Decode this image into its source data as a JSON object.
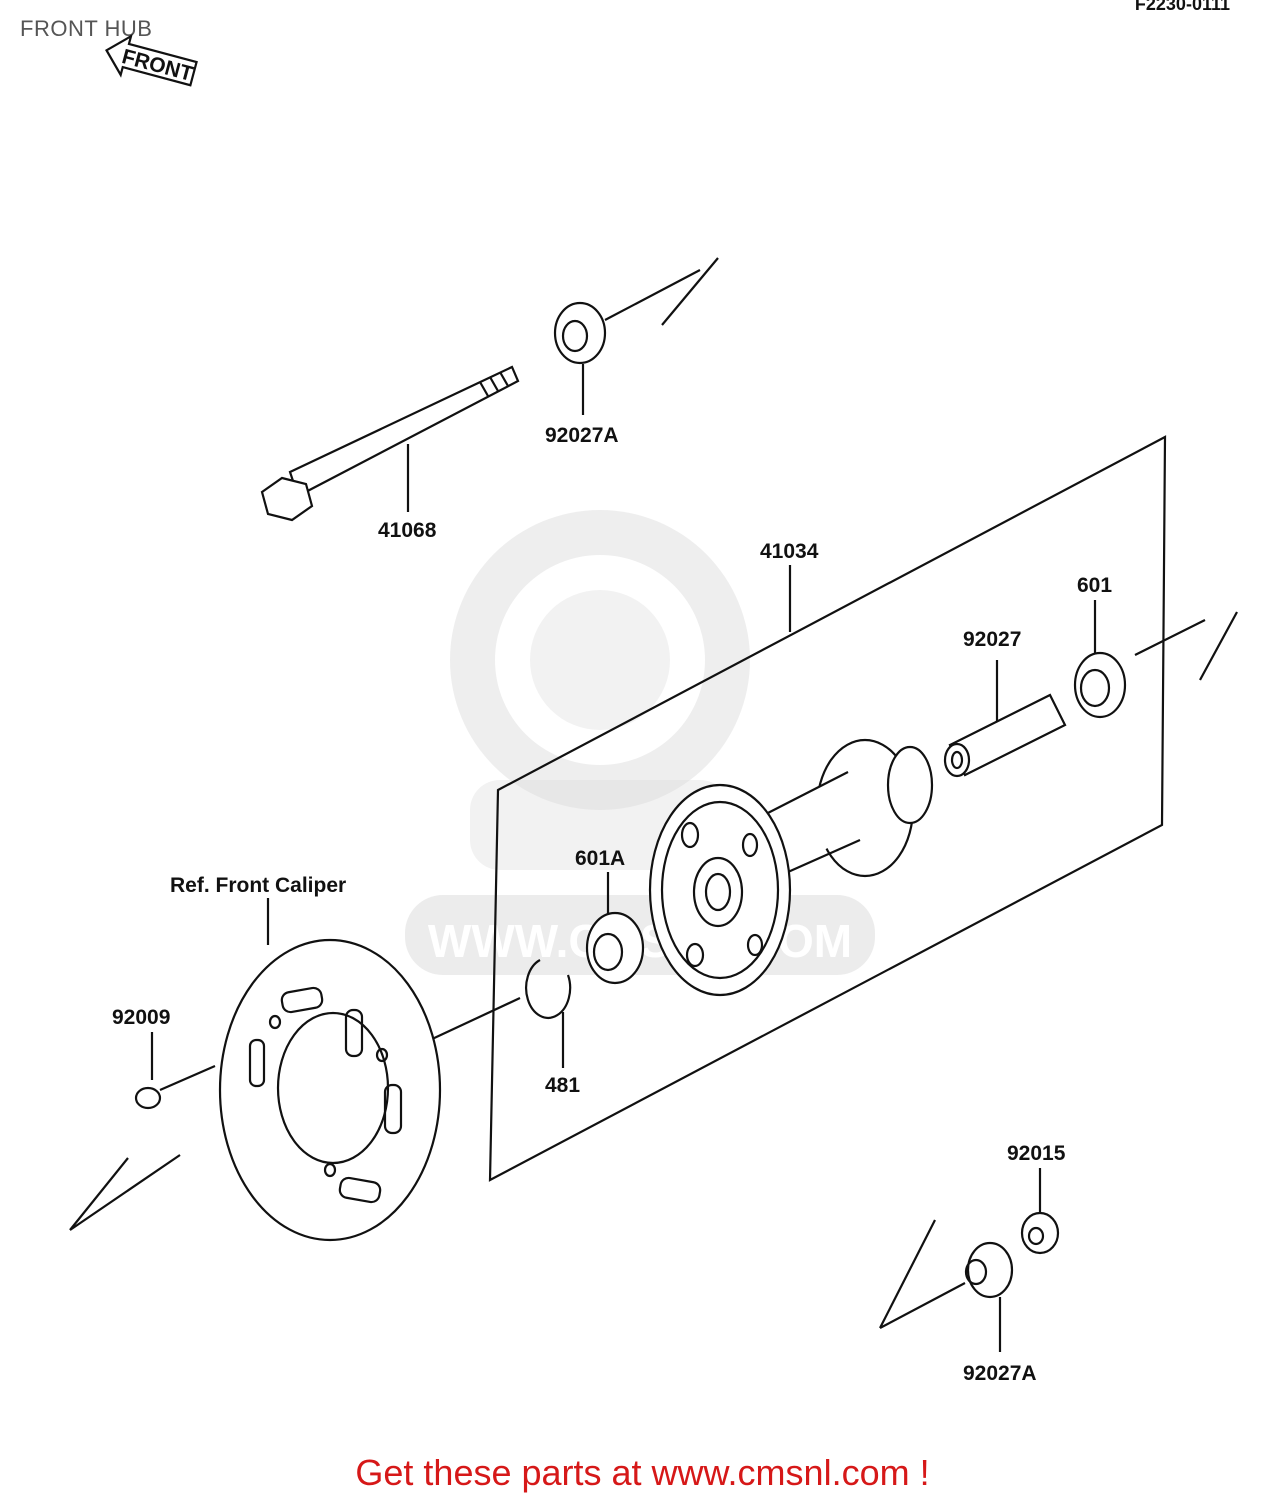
{
  "header": {
    "title": "FRONT HUB",
    "ref_code": "F2230-0111"
  },
  "direction_arrow": {
    "label": "FRONT"
  },
  "parts": [
    {
      "number": "92027A",
      "location": "top"
    },
    {
      "number": "41068"
    },
    {
      "number": "41034"
    },
    {
      "number": "601"
    },
    {
      "number": "92027"
    },
    {
      "number": "601A"
    },
    {
      "number": "481"
    },
    {
      "number": "92009"
    },
    {
      "number": "92015"
    },
    {
      "number": "92027A",
      "location": "bottom"
    }
  ],
  "reference_note": "Ref. Front Caliper",
  "watermark": "WWW.CMSNL.COM",
  "footer": {
    "cta": "Get these parts at www.cmsnl.com !"
  }
}
